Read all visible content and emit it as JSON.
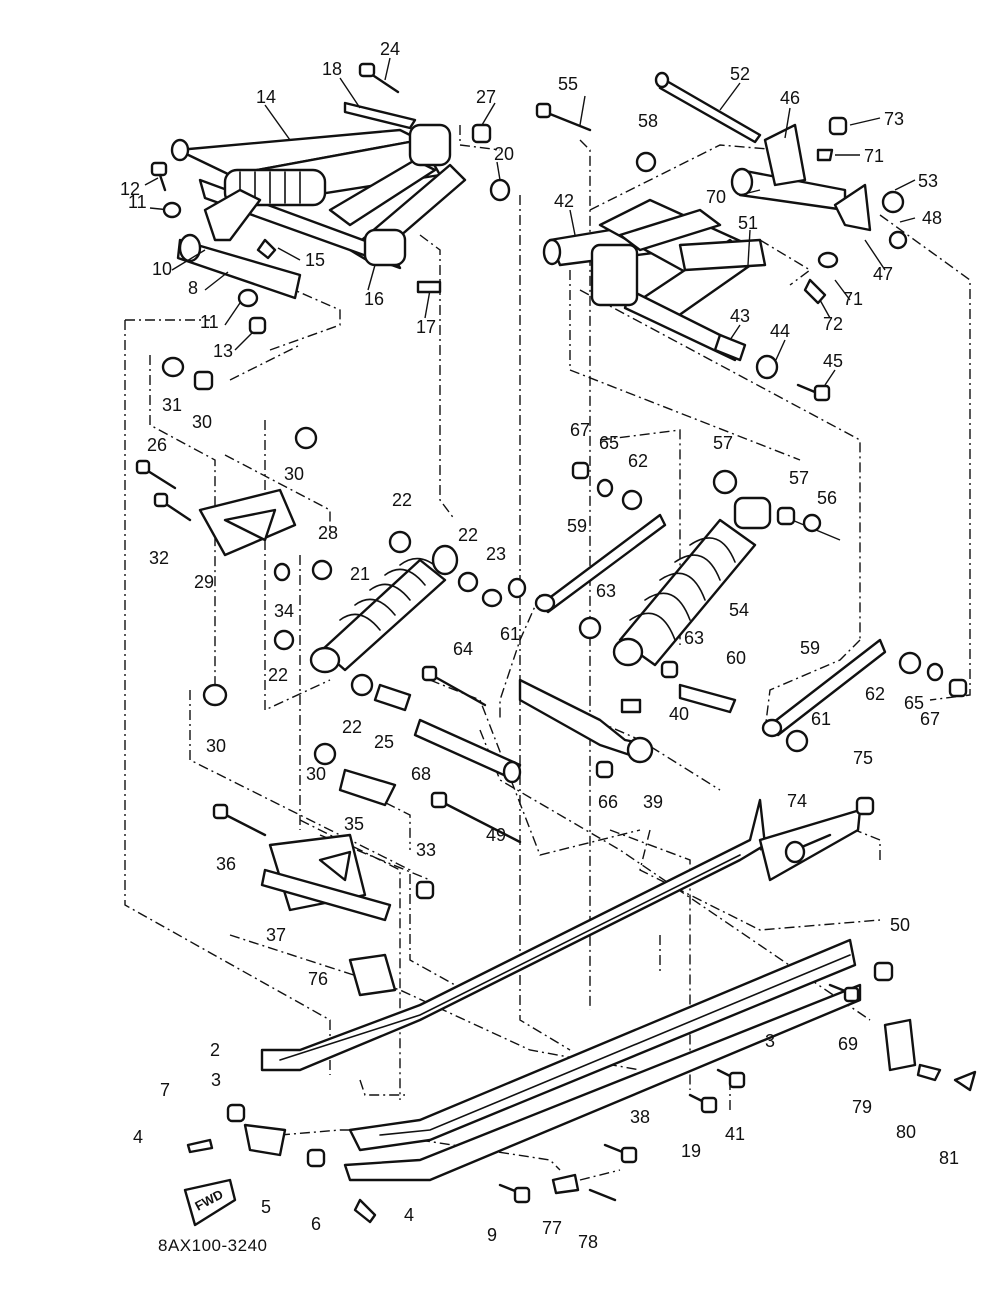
{
  "drawing_code": "8AX100-3240",
  "fwd_label": "FWD",
  "callouts": [
    "24",
    "18",
    "14",
    "27",
    "20",
    "12",
    "11",
    "10",
    "15",
    "8",
    "16",
    "17",
    "11",
    "13",
    "31",
    "30",
    "30",
    "26",
    "32",
    "29",
    "22",
    "28",
    "22",
    "23",
    "21",
    "34",
    "22",
    "30",
    "30",
    "22",
    "25",
    "35",
    "36",
    "33",
    "37",
    "55",
    "52",
    "46",
    "73",
    "58",
    "71",
    "70",
    "53",
    "42",
    "51",
    "48",
    "71",
    "47",
    "72",
    "43",
    "44",
    "45",
    "67",
    "65",
    "62",
    "57",
    "57",
    "56",
    "59",
    "54",
    "63",
    "61",
    "63",
    "60",
    "64",
    "40",
    "59",
    "62",
    "65",
    "67",
    "61",
    "68",
    "66",
    "39",
    "49",
    "75",
    "74",
    "50",
    "76",
    "69",
    "2",
    "3",
    "3",
    "7",
    "79",
    "80",
    "4",
    "5",
    "6",
    "38",
    "19",
    "41",
    "81",
    "9",
    "77",
    "78",
    "4"
  ],
  "colors": {
    "ink": "#111111",
    "paper": "#ffffff"
  }
}
